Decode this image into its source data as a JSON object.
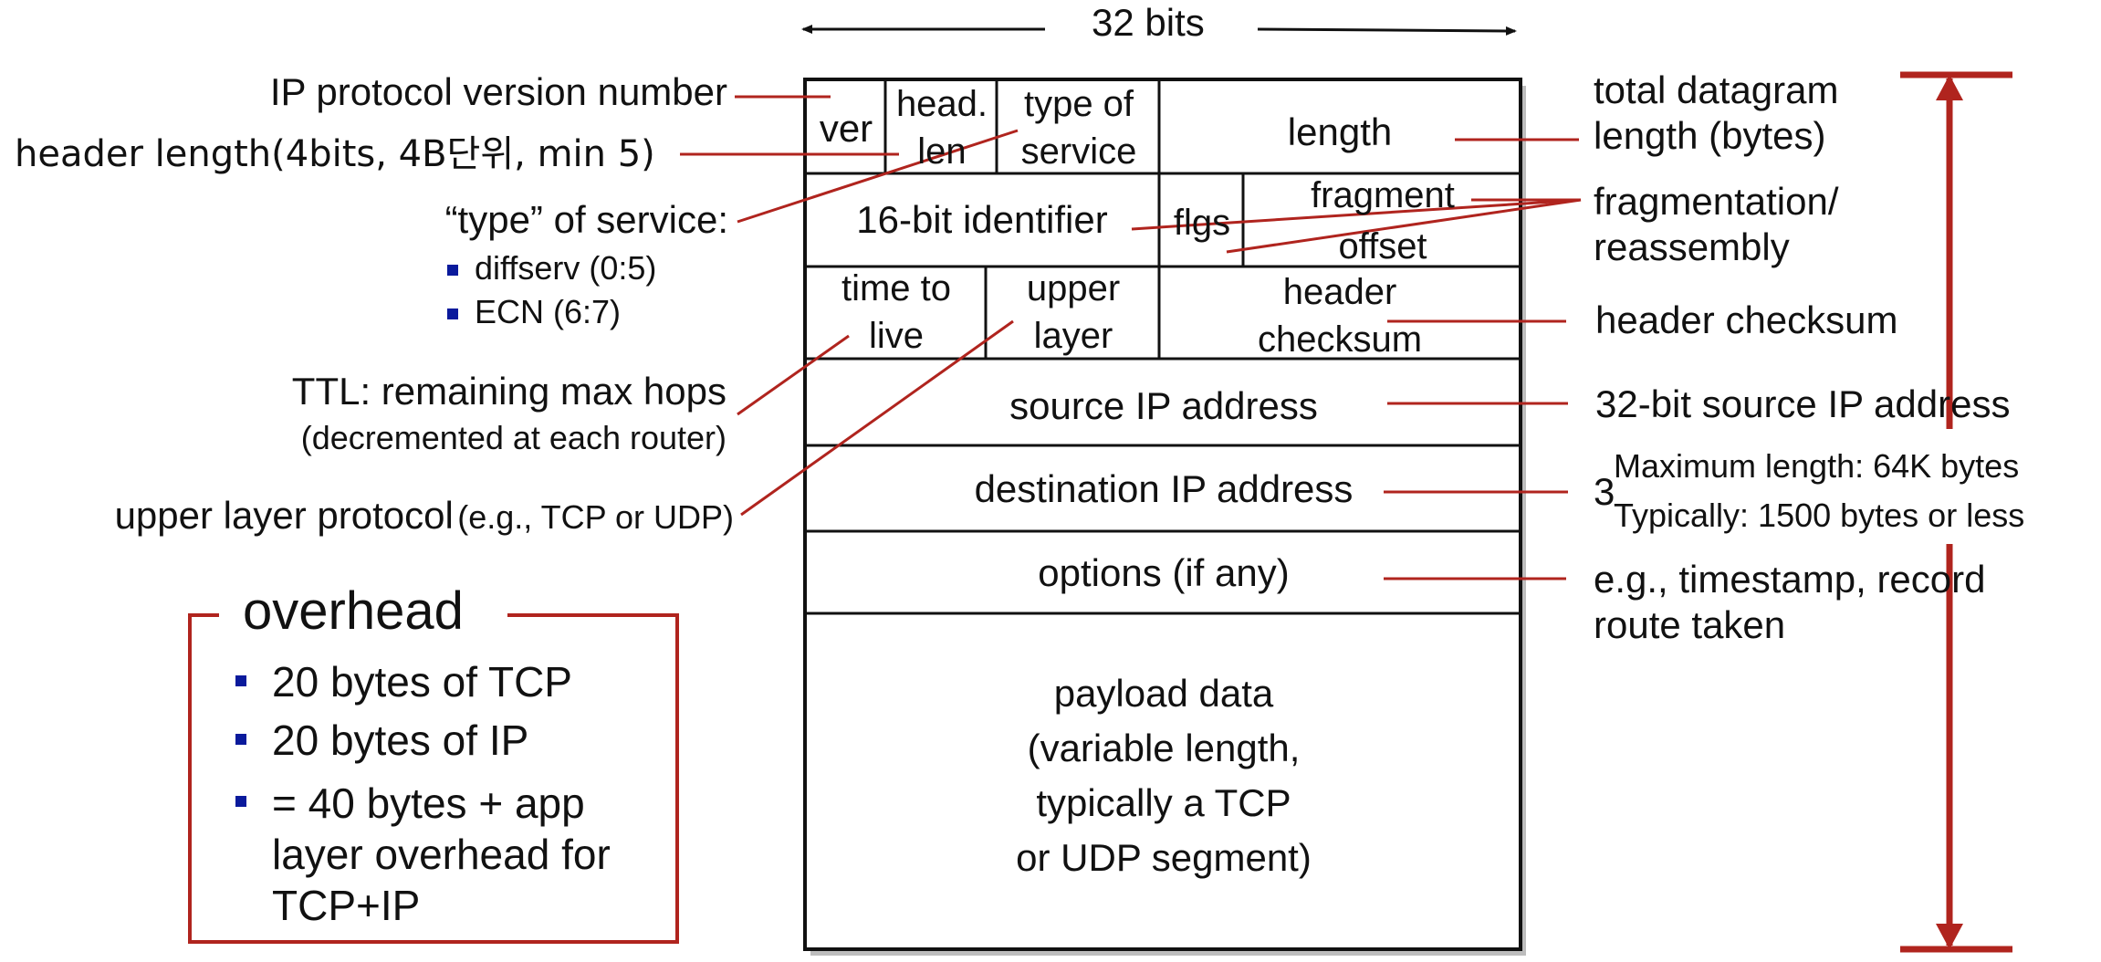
{
  "width_label": "32 bits",
  "header_fields": {
    "ver": "ver",
    "head_len": "head.\nlen",
    "type_of_service": "type of\nservice",
    "length": "length",
    "identifier": "16-bit identifier",
    "flgs": "flgs",
    "fragment_offset": "fragment\noffset",
    "time_to_live": "time to\nlive",
    "upper_layer": "upper\nlayer",
    "header_checksum": "header\nchecksum",
    "source_ip": "source IP address",
    "destination_ip": "destination IP address",
    "options": "options (if any)",
    "payload": "payload data\n(variable length,\ntypically a TCP\nor UDP segment)"
  },
  "left_annotations": {
    "version": "IP protocol version number",
    "header_length": "header length(4bits, 4B단위, min 5)",
    "type_of_service": "“type” of service:",
    "tos_items": [
      "diffserv (0:5)",
      "ECN (6:7)"
    ],
    "ttl": "TTL: remaining  max hops",
    "ttl_note": "(decremented at each router)",
    "upper_layer_main": "upper layer protocol",
    "upper_layer_note": "(e.g., TCP or UDP)"
  },
  "right_annotations": {
    "total_length": "total datagram\nlength (bytes)",
    "fragmentation": "fragmentation/\nreassembly",
    "header_checksum": "header checksum",
    "source_ip": "32-bit source IP address",
    "dest_cut_char": "3",
    "max_length": "Maximum length: 64K bytes",
    "typical_length": "Typically: 1500 bytes or less",
    "options": "e.g., timestamp, record\nroute taken"
  },
  "overhead": {
    "title": "overhead",
    "items": [
      "20 bytes of TCP",
      "20 bytes of IP",
      "= 40 bytes + app\nlayer overhead for\nTCP+IP"
    ]
  },
  "colors": {
    "accent_red": "#b0241e",
    "bullet_blue": "#0a1a9c",
    "box_border": "#111111"
  }
}
